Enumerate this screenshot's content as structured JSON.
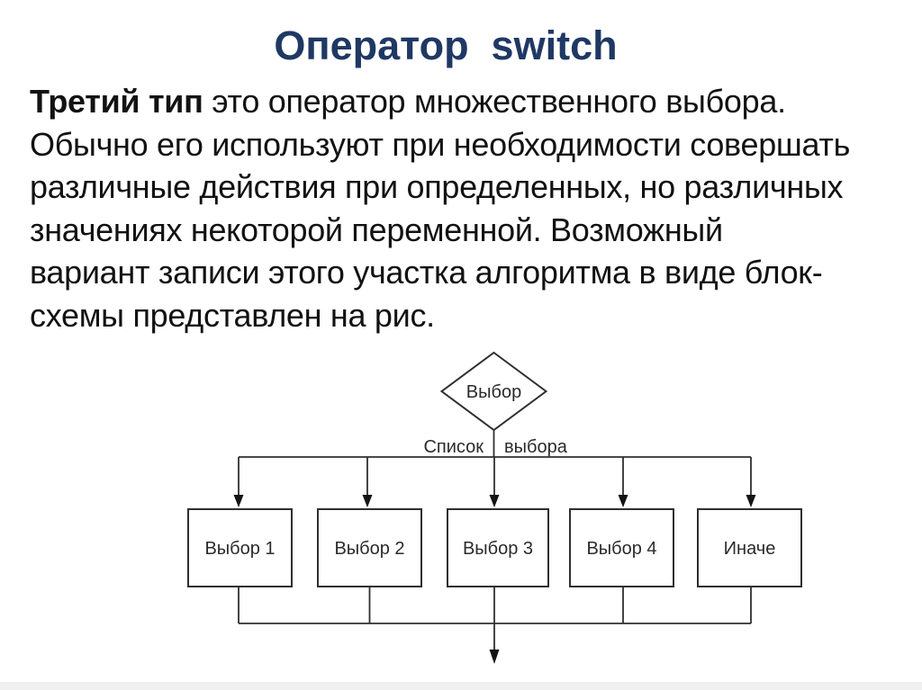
{
  "title": "Оператор  switch",
  "body": {
    "line1_bold": "Третий тип",
    "line1_rest": " это оператор множественного выбора.",
    "line2": "Обычно его используют при необходимости совершать",
    "line3": "различные действия при определенных, но различных",
    "line4": "значениях некоторой переменной. Возможный",
    "line5": "вариант записи этого участка алгоритма в виде блок-",
    "line6": "схемы представлен на рис."
  },
  "diagram": {
    "decision_label": "Выбор",
    "branch_label_left": "Список",
    "branch_label_right": "выбора",
    "boxes": [
      "Выбор 1",
      "Выбор 2",
      "Выбор 3",
      "Выбор 4",
      "Иначе"
    ]
  },
  "colors": {
    "title": "#1f3864",
    "body_text": "#121212",
    "background": "#ffffff",
    "line_color": "#2f2f2f",
    "diagram_text": "#2b2b2b",
    "arrow_color": "#141414",
    "footer_strip": "#f0f0f0"
  }
}
